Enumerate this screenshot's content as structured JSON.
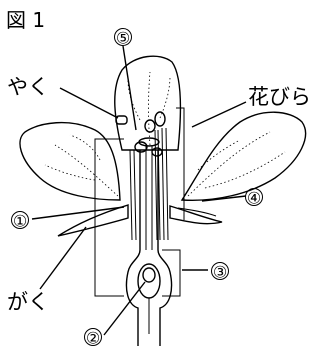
{
  "figure_title": "図 1",
  "labels": {
    "anther": "やく",
    "petal": "花びら",
    "sepal": "がく"
  },
  "markers": {
    "m1": "①",
    "m2": "②",
    "m3": "③",
    "m4": "④",
    "m5": "⑤"
  }
}
